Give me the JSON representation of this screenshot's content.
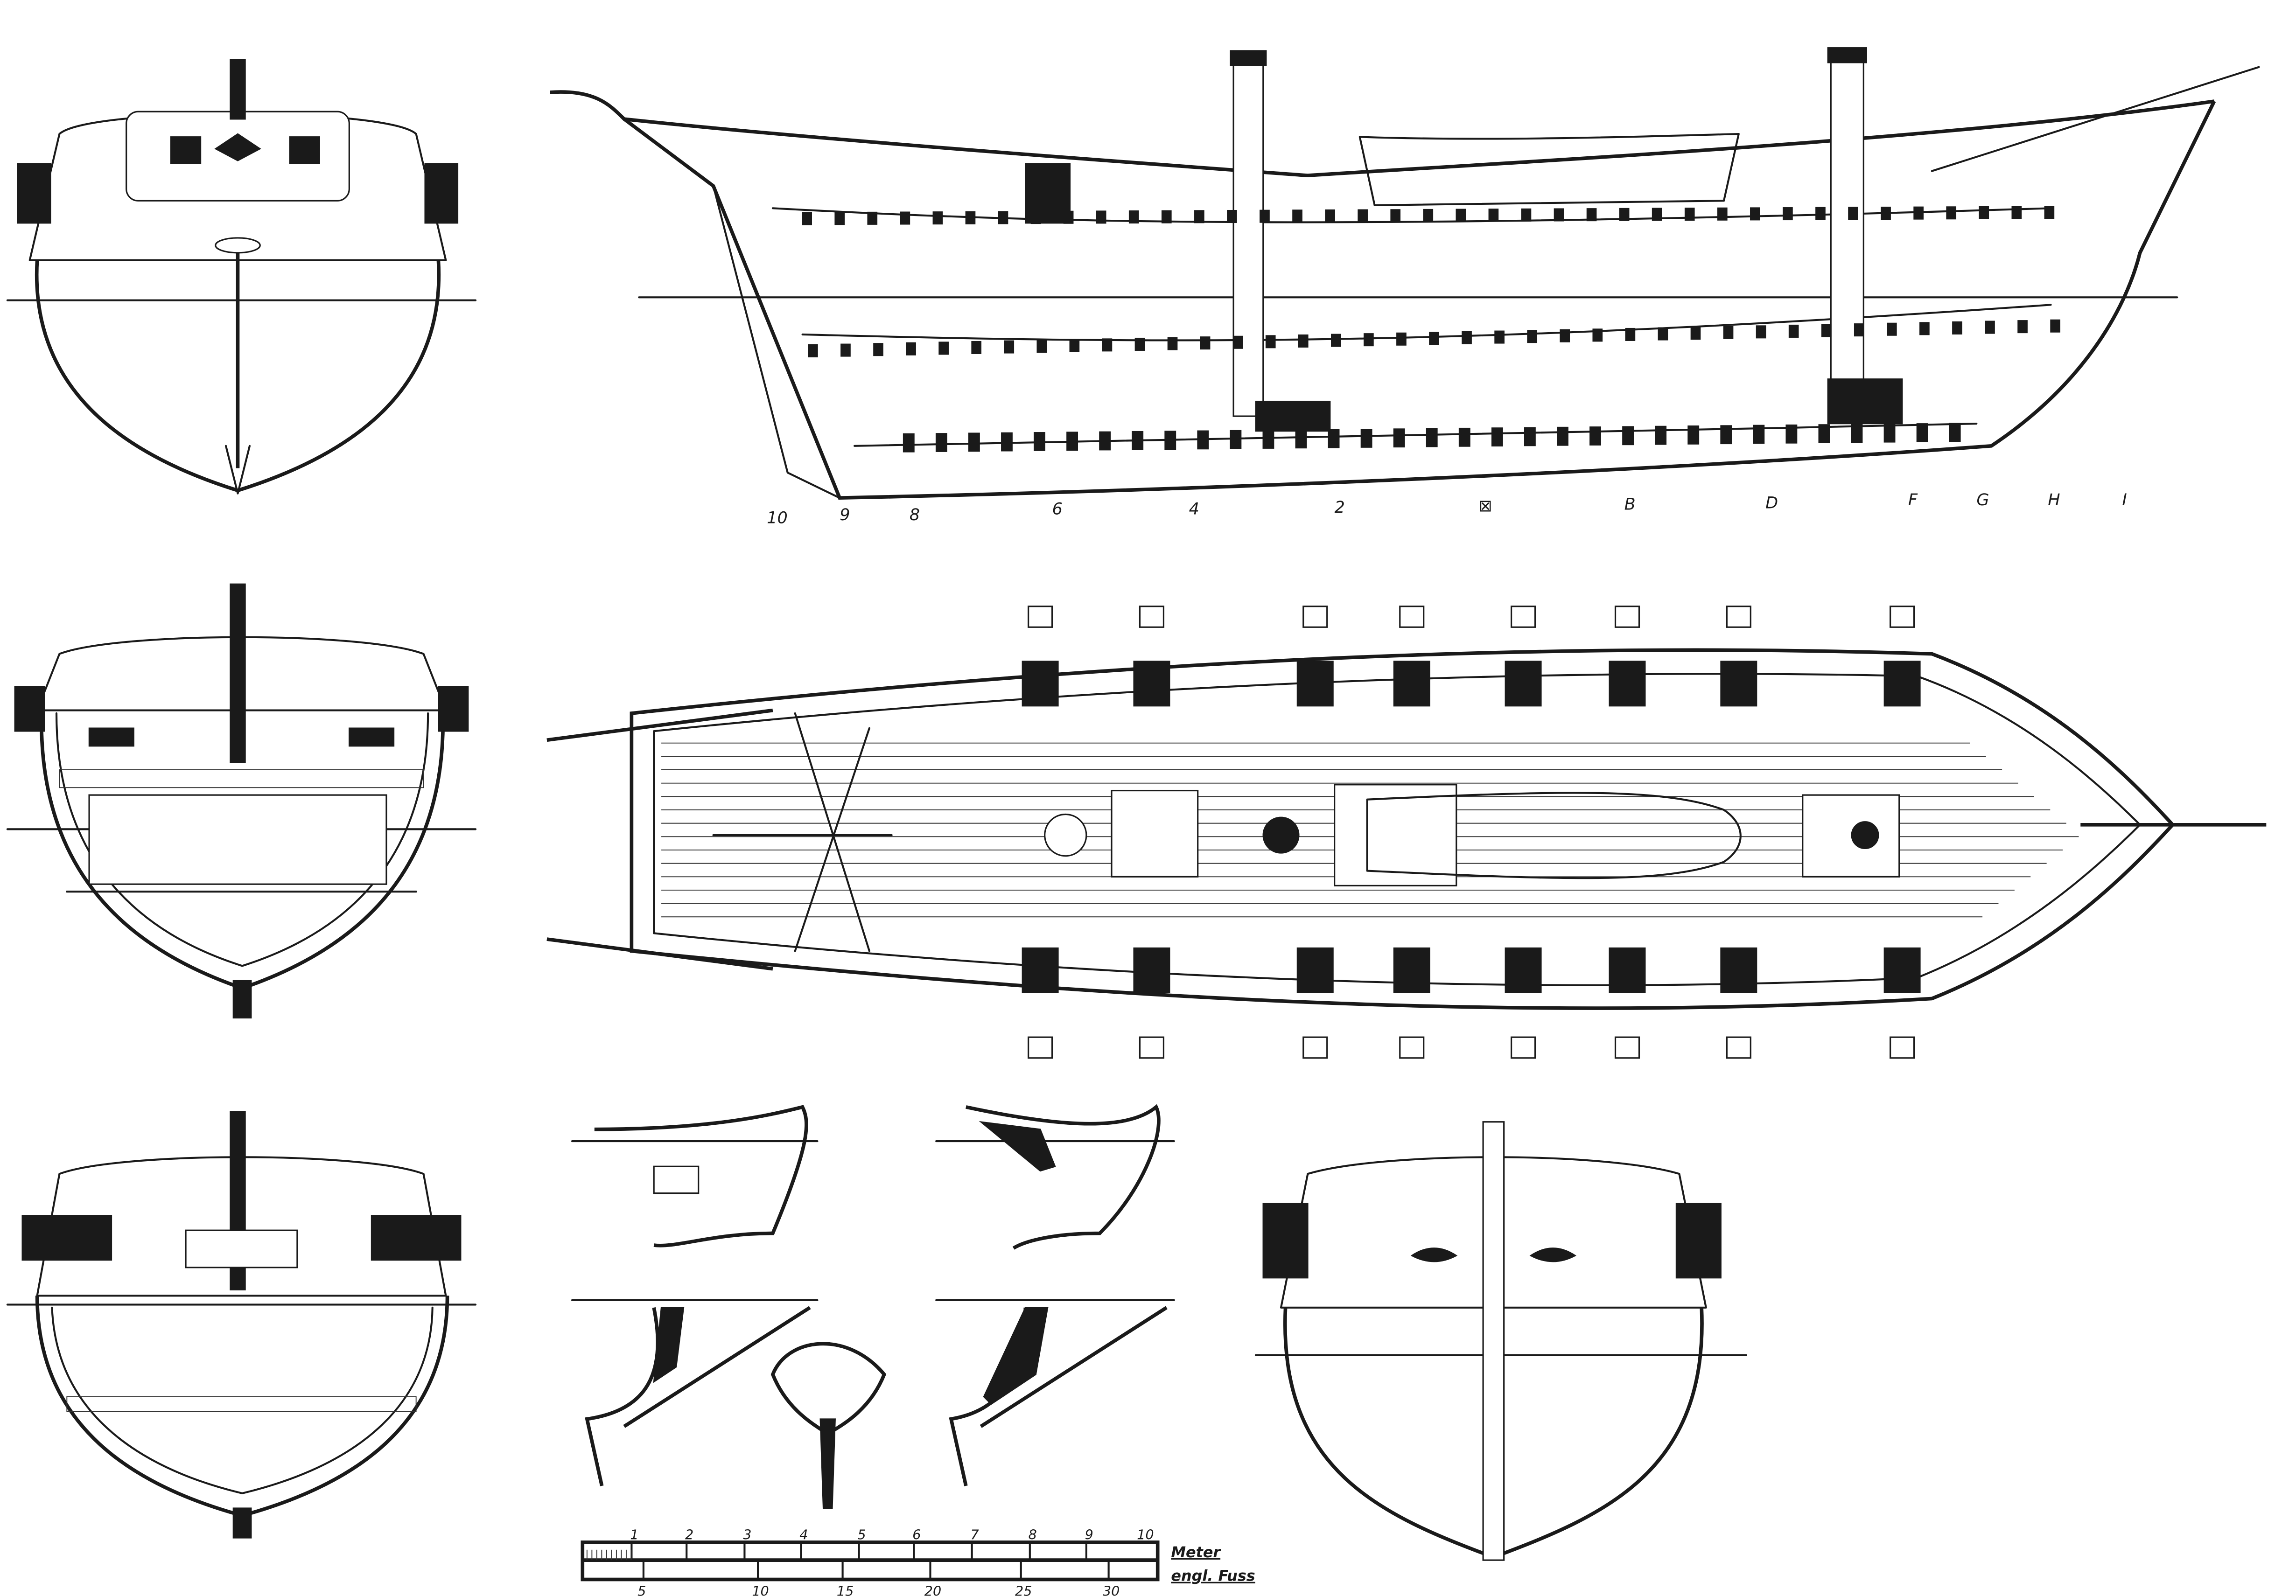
{
  "drawing": {
    "profile_stations": [
      "10",
      "9",
      "8",
      "6",
      "4",
      "2",
      "⊠",
      "B",
      "D",
      "F",
      "G",
      "H",
      "I"
    ],
    "scale_bar": {
      "meter_label": "Meter",
      "feet_label": "engl. Fuss",
      "meter_ticks": [
        "1",
        "2",
        "3",
        "4",
        "5",
        "6",
        "7",
        "8",
        "9",
        "10"
      ],
      "feet_ticks": [
        "5",
        "10",
        "15",
        "20",
        "25",
        "30"
      ]
    },
    "colors": {
      "ink": "#1a1a1a",
      "paper": "#ffffff"
    }
  }
}
